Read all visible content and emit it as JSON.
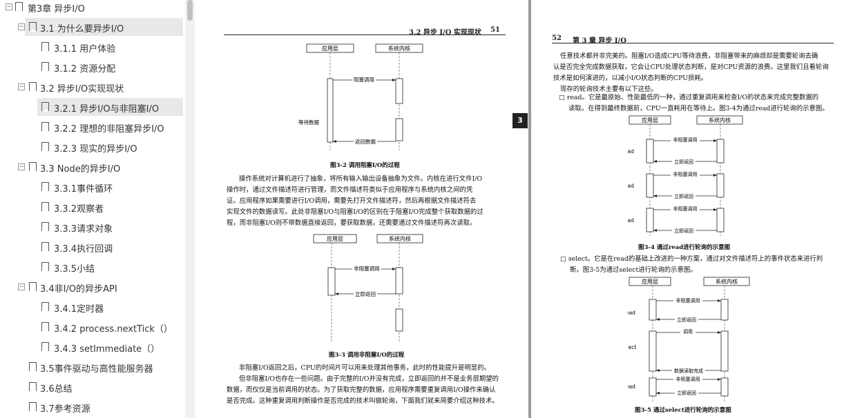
{
  "toc": [
    {
      "label": "第3章  异步I/O",
      "level": 0,
      "toggle": "⊟",
      "selected": false
    },
    {
      "label": "3.1  为什么要异步I/O",
      "level": 1,
      "toggle": "⊟",
      "selected": true
    },
    {
      "label": "3.1.1  用户体验",
      "level": 2,
      "toggle": "",
      "selected": false
    },
    {
      "label": "3.1.2  资源分配",
      "level": 2,
      "toggle": "",
      "selected": false
    },
    {
      "label": "3.2  异步I/O实现现状",
      "level": 1,
      "toggle": "⊟",
      "selected": false
    },
    {
      "label": "3.2.1  异步I/O与非阻塞I/O",
      "level": 2,
      "toggle": "",
      "selected": true
    },
    {
      "label": "3.2.2  理想的非阻塞异步I/O",
      "level": 2,
      "toggle": "",
      "selected": false
    },
    {
      "label": "3.2.3  现实的异步I/O",
      "level": 2,
      "toggle": "",
      "selected": false
    },
    {
      "label": "3.3  Node的异步I/O",
      "level": 1,
      "toggle": "⊟",
      "selected": false
    },
    {
      "label": "3.3.1事件循环",
      "level": 2,
      "toggle": "",
      "selected": false
    },
    {
      "label": "3.3.2观察者",
      "level": 2,
      "toggle": "",
      "selected": false
    },
    {
      "label": "3.3.3请求对象",
      "level": 2,
      "toggle": "",
      "selected": false
    },
    {
      "label": "3.3.4执行回调",
      "level": 2,
      "toggle": "",
      "selected": false
    },
    {
      "label": "3.3.5小结",
      "level": 2,
      "toggle": "",
      "selected": false
    },
    {
      "label": "3.4非I/O的异步API",
      "level": 1,
      "toggle": "⊟",
      "selected": false
    },
    {
      "label": "3.4.1定时器",
      "level": 2,
      "toggle": "",
      "selected": false
    },
    {
      "label": "3.4.2  process.nextTick（）",
      "level": 2,
      "toggle": "",
      "selected": false
    },
    {
      "label": "3.4.3  setImmediate（）",
      "level": 2,
      "toggle": "",
      "selected": false
    },
    {
      "label": "3.5事件驱动与高性能服务器",
      "level": 1,
      "toggle": "",
      "selected": false
    },
    {
      "label": "3.6总结",
      "level": 1,
      "toggle": "",
      "selected": false
    },
    {
      "label": "3.7参考资源",
      "level": 1,
      "toggle": "",
      "selected": false
    }
  ],
  "page51": {
    "header_section": "3.2  异步 I/O 实现现状",
    "header_page": "51",
    "side_tag": "3",
    "fig2": {
      "app": "应用层",
      "kernel": "系统内核",
      "call": "阻塞调用",
      "wait": "等待数据",
      "ret": "返回数据",
      "caption": "图3-2  调用阻塞I/O的过程"
    },
    "para1": [
      "操作系统对计算机进行了抽象，将所有输入输出设备抽象为文件。内核在进行文件I/O",
      "操作时，通过文件描述符进行管理，而文件描述符类似于应用程序与系统内核之间的凭",
      "证。应用程序如果需要进行I/O调用，需要先打开文件描述符，然后再根据文件描述符去",
      "实现文件的数据读写。此处非阻塞I/O与阻塞I/O的区别在于阻塞I/O完成整个获取数据的过",
      "程，而非阻塞I/O则不带数据直接返回，要获取数据，还需要通过文件描述符再次读取。"
    ],
    "fig3": {
      "app": "应用层",
      "kernel": "系统内核",
      "call": "非阻塞调用",
      "ret": "立即返回",
      "caption": "图3-3  调用非阻塞I/O的过程"
    },
    "para2": [
      "非阻塞I/O返回之后，CPU的时间片可以用来处理其他事务，此时的性能提升是明显的。",
      "但非阻塞I/O也存在一些问题。由于完整的I/O并没有完成，立即返回的并不是业务层期望的",
      "数据，而仅仅是当前调用的状态。为了获取完整的数据，应用程序需要重复调用I/O操作来确认",
      "是否完成。这种重复调用判断操作是否完成的技术叫做轮询，下面我们就来简要介绍这种技术。"
    ]
  },
  "page52": {
    "header_page": "52",
    "header_chapter": "第 3 章  异步 I/O",
    "para1": [
      "任意技术都并非完美的。阻塞I/O造成CPU等待浪费，非阻塞带来的麻烦却是需要轮询去确",
      "认是否完全完成数据获取，它会让CPU处理状态判断，是对CPU资源的浪费。这里我们且看轮询",
      "技术是如何演进的，以减小I/O状态判断的CPU损耗。",
      "现存的轮询技术主要有以下这些。"
    ],
    "read_item": [
      "□ read。它是最原始、性能最低的一种，通过重复调用来检查I/O的状态来完成完整数据的",
      "读取。在得到最终数据前，CPU一直耗用在等待上。图3-4为通过read进行轮询的示意图。"
    ],
    "fig4": {
      "app": "应用层",
      "kernel": "系统内核",
      "call": "非阻塞调用",
      "ret": "立即返回",
      "read": "read",
      "caption": "图3-4  通过read进行轮询的示意图"
    },
    "select_item": [
      "□ select。它是在read的基础上改进的一种方案，通过对文件描述符上的事件状态来进行判",
      "断。图3-5为通过select进行轮询的示意图。"
    ],
    "fig5": {
      "app": "应用层",
      "kernel": "系统内核",
      "call": "非阻塞调用",
      "ret": "立即返回",
      "invoke": "调用",
      "done": "数据读取完成",
      "read": "read",
      "select": "select",
      "caption": "图3-5  通过select进行轮询的示意图"
    }
  }
}
